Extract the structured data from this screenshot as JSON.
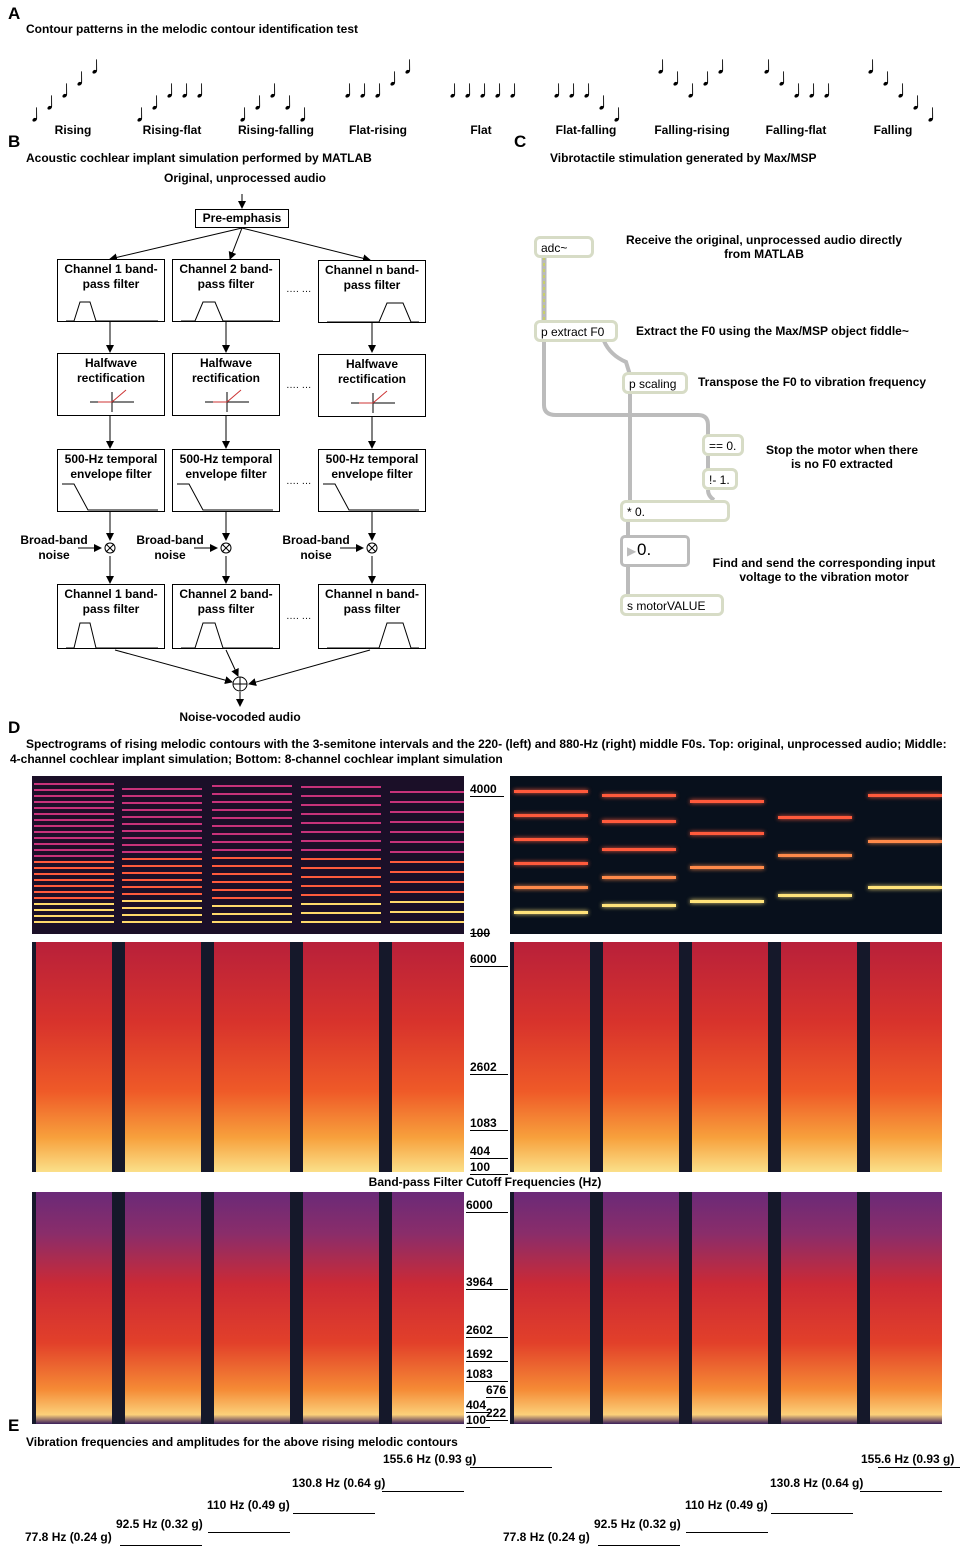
{
  "panel_a": {
    "label": "A",
    "title": "Contour patterns in the melodic contour identification test",
    "contours": [
      "Rising",
      "Rising-flat",
      "Rising-falling",
      "Flat-rising",
      "Flat",
      "Flat-falling",
      "Falling-rising",
      "Falling-flat",
      "Falling"
    ],
    "note_glyph": "♩"
  },
  "panel_b": {
    "label": "B",
    "title": "Acoustic cochlear implant simulation performed by MATLAB",
    "input": "Original, unprocessed audio",
    "pre": "Pre-emphasis",
    "ch1_bp": "Channel 1 band-pass filter",
    "ch2_bp": "Channel 2 band-pass filter",
    "chn_bp": "Channel n band-pass filter",
    "halfwave": "Halfwave rectification",
    "envelope": "500-Hz temporal envelope filter",
    "noise": "Broad-band noise",
    "dots": "…. …",
    "output": "Noise-vocoded audio"
  },
  "panel_c": {
    "label": "C",
    "title": "Vibrotactile stimulation generated by Max/MSP",
    "obj_adc": "adc~",
    "obj_extract": "p extract F0",
    "obj_scaling": "p scaling",
    "obj_eq": "== 0.",
    "obj_not": "!- 1.",
    "obj_mul": "* 0.",
    "obj_num": "0.",
    "obj_send": "s motorVALUE",
    "note_receive": "Receive the original, unprocessed audio directly from MATLAB",
    "note_extract": "Extract the F0 using the Max/MSP object fiddle~",
    "note_transpose": "Transpose the F0 to vibration frequency",
    "note_stop": "Stop the motor when there is no F0 extracted",
    "note_send": "Find and send the corresponding input voltage to the vibration motor"
  },
  "panel_d": {
    "label": "D",
    "title": "Spectrograms of rising melodic contours with the 3-semitone intervals and the 220- (left) and 880-Hz (right) middle F0s. Top: original, unprocessed audio; Middle: 4-channel cochlear implant simulation; Bottom: 8-channel cochlear implant simulation",
    "top_ticks": [
      "4000",
      "100"
    ],
    "mid_ticks": [
      "6000",
      "2602",
      "1083",
      "404",
      "100"
    ],
    "bottom_ticks": [
      "6000",
      "3964",
      "2602",
      "1692",
      "1083",
      "676",
      "404",
      "222",
      "100"
    ],
    "axis_label": "Band-pass Filter Cutoff Frequencies (Hz)"
  },
  "panel_e": {
    "label": "E",
    "title": "Vibration frequencies and amplitudes for the above rising melodic contours",
    "steps": [
      "77.8 Hz (0.24 g)",
      "92.5 Hz (0.32 g)",
      "110 Hz (0.49 g)",
      "130.8 Hz (0.64 g)",
      "155.6 Hz (0.93 g)"
    ]
  }
}
